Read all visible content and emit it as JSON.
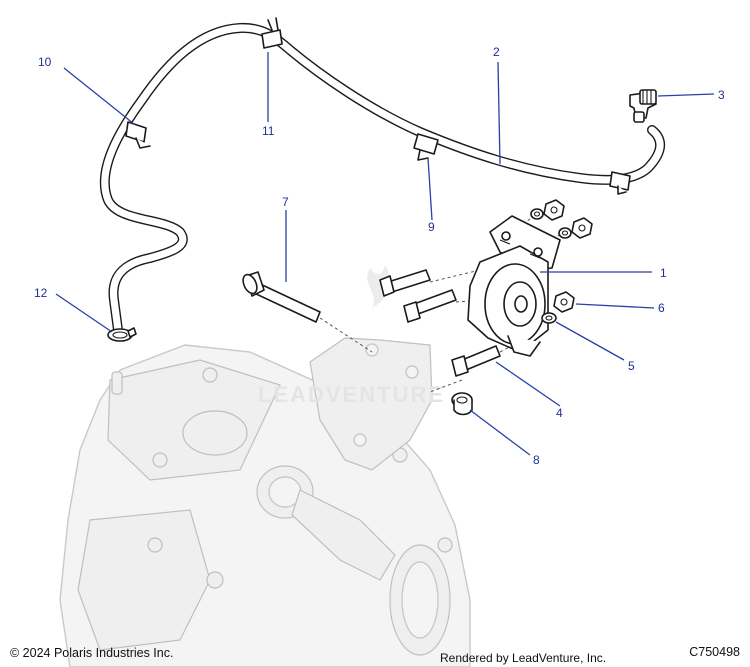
{
  "callouts": {
    "c1": "1",
    "c2": "2",
    "c3": "3",
    "c4": "4",
    "c5": "5",
    "c6": "6",
    "c7": "7",
    "c8": "8",
    "c9": "9",
    "c10": "10",
    "c11": "11",
    "c12": "12"
  },
  "watermark": "LEADVENTURE",
  "footer": {
    "copyright": "© 2024 Polaris Industries Inc.",
    "rendered_by": "Rendered by LeadVenture, Inc.",
    "diagram_code": "C750498"
  },
  "colors": {
    "callout_text": "#1f2f99",
    "leader_line": "#2b3fa8",
    "ghost_fill": "#f4f4f4"
  }
}
